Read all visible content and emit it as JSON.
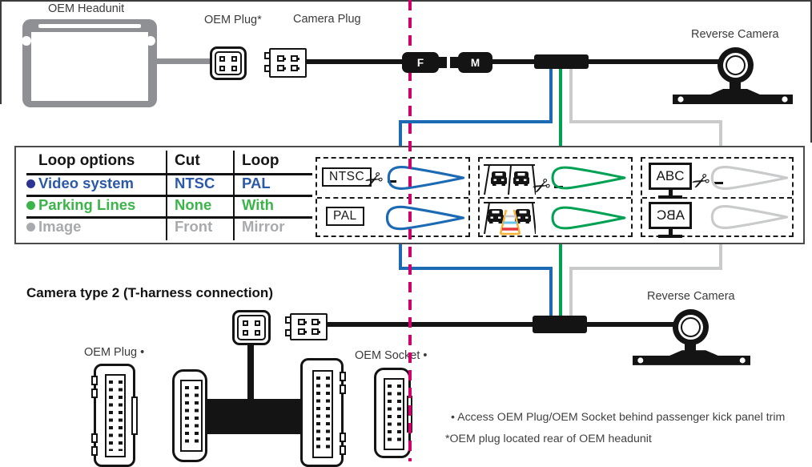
{
  "colors": {
    "wire_blue": "#1c6ab3",
    "wire_green": "#00a153",
    "wire_gray": "#c9cacb",
    "cut_line_magenta": "#d0006f",
    "table_blue": "#2b58a8",
    "table_green": "#3bb54a",
    "table_gray": "#a8aaad",
    "parking_line_yellow": "#f9b233",
    "parking_line_red": "#e8383d",
    "parking_line_cyan": "#6dc5ee"
  },
  "camera_type_1": {
    "headunit_label": "OEM Headunit",
    "oem_plug_label": "OEM Plug*",
    "camera_plug_label": "Camera Plug",
    "reverse_camera_label": "Reverse Camera",
    "inline_connector_female": "F",
    "inline_connector_male": "M"
  },
  "loop_table": {
    "headers": [
      "Loop options",
      "Cut",
      "Loop"
    ],
    "rows": [
      {
        "option": "Video system",
        "cut": "NTSC",
        "loop": "PAL"
      },
      {
        "option": "Parking Lines",
        "cut": "None",
        "loop": "With"
      },
      {
        "option": "Image",
        "cut": "Front",
        "loop": "Mirror"
      }
    ]
  },
  "loop_panels": {
    "video_system": {
      "cut_state_label": "NTSC",
      "loop_state_label": "PAL"
    },
    "image": {
      "screen_text_normal": "ABC",
      "screen_text_mirrored": "ABC"
    }
  },
  "camera_type_2": {
    "title": "Camera type 2 (T-harness connection)",
    "oem_plug_label": "OEM Plug •",
    "oem_socket_label": "OEM Socket •",
    "reverse_camera_label": "Reverse Camera"
  },
  "footnotes": {
    "access_note": "• Access OEM Plug/OEM Socket behind passenger kick panel trim",
    "location_note": "*OEM plug located rear of OEM headunit"
  }
}
